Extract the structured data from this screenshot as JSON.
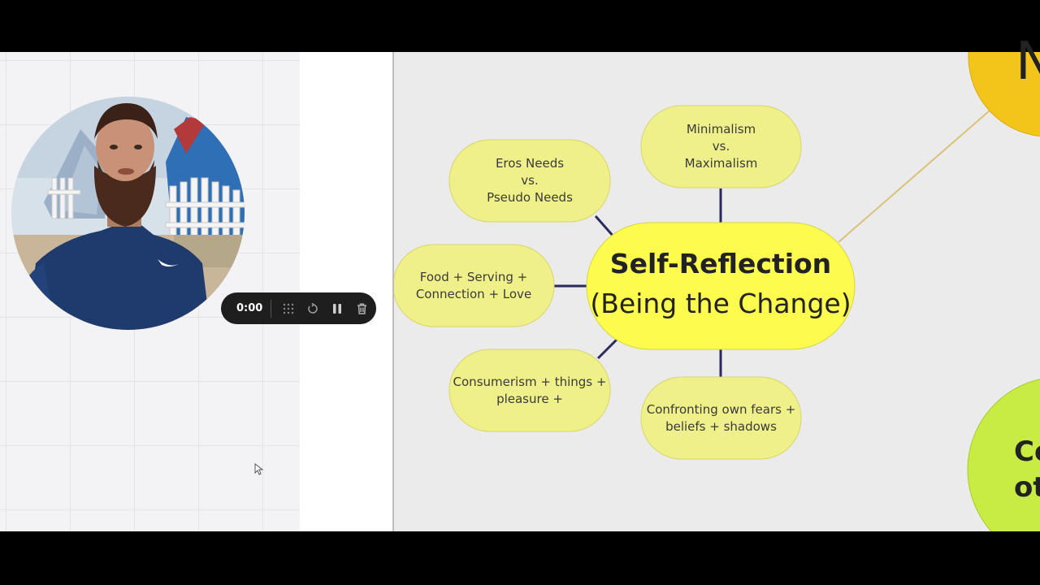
{
  "recorder": {
    "time": "0:00",
    "icons": [
      "drag-grid-icon",
      "restart-icon",
      "pause-icon",
      "trash-icon"
    ]
  },
  "mindmap": {
    "center": {
      "title": "Self-Reflection",
      "subtitle": "(Being the Change)",
      "color": "#fdfb4e"
    },
    "branch_color": "#f0f08a",
    "line_color": "#2b2a5c",
    "branches": [
      {
        "text": "Eros Needs\nvs.\nPseudo Needs"
      },
      {
        "text": "Minimalism\nvs.\nMaximalism"
      },
      {
        "text": "Food + Serving +\nConnection + Love"
      },
      {
        "text": "Consumerism + things +\npleasure +"
      },
      {
        "text": "Confronting own fears +\nbeliefs + shadows"
      }
    ],
    "offscreen_nodes": [
      {
        "text": "N",
        "color": "#f3c51a"
      },
      {
        "text": "Co\not",
        "color": "#c8ec44"
      }
    ]
  }
}
